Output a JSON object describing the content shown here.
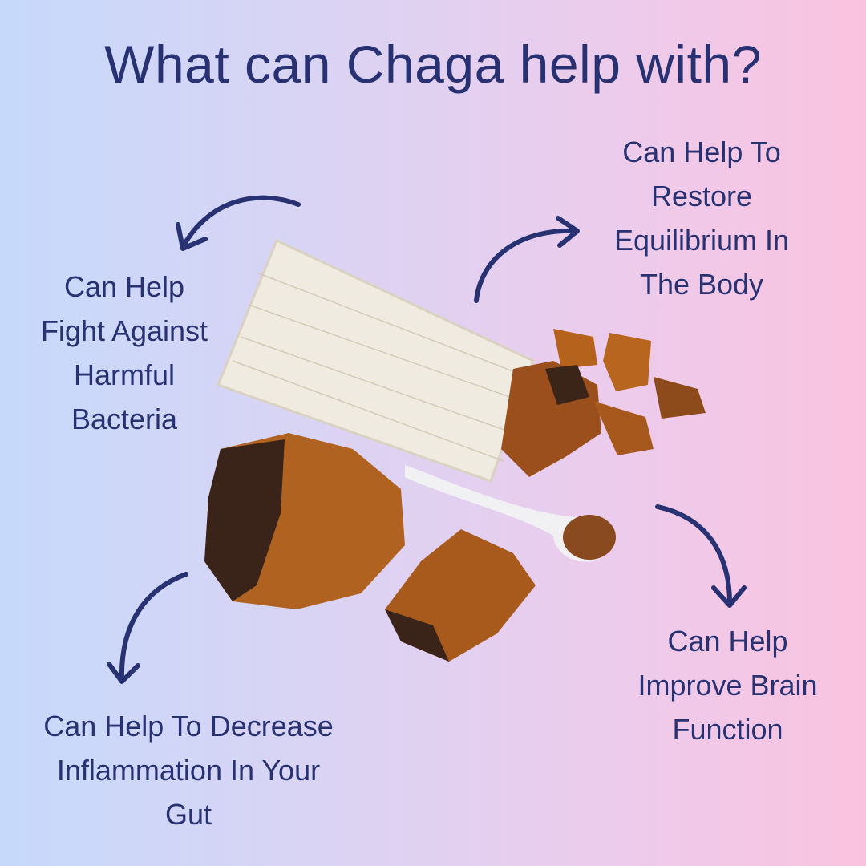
{
  "title": "What can Chaga help with?",
  "benefits": [
    {
      "text": "Can Help\nFight Against\nHarmful\nBacteria"
    },
    {
      "text": "Can Help To\nRestore\nEquilibrium In\nThe Body"
    },
    {
      "text": "Can Help To Decrease\nInflammation In Your\nGut"
    },
    {
      "text": "Can Help\nImprove Brain\nFunction"
    }
  ],
  "colors": {
    "text": "#283272",
    "arrow": "#283272",
    "bg_left": "#c6d9fb",
    "bg_right": "#f9c3df"
  }
}
